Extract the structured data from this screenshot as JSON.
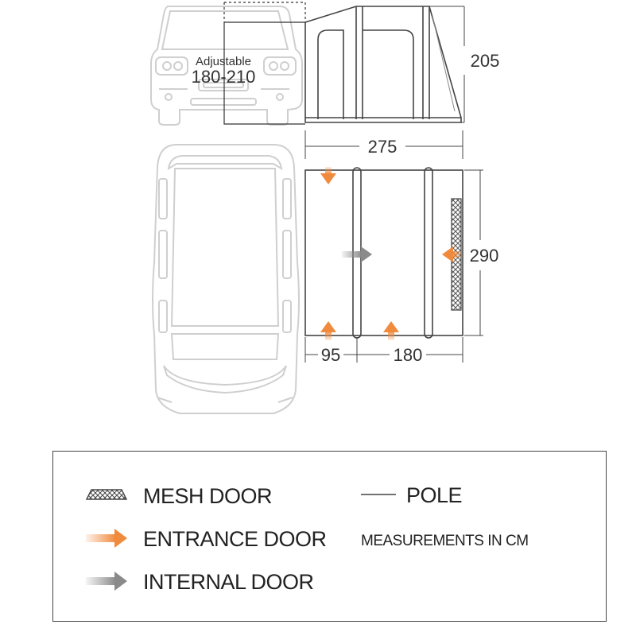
{
  "van_front": {
    "adjustable_label": "Adjustable",
    "adjustable_range": "180-210"
  },
  "dimensions": {
    "height": "205",
    "width": "275",
    "depth": "290",
    "section_left": "95",
    "section_right": "180"
  },
  "legend": {
    "mesh_door": "MESH DOOR",
    "entrance_door": "ENTRANCE DOOR",
    "internal_door": "INTERNAL DOOR",
    "pole": "POLE",
    "units_note": "MEASUREMENTS IN CM"
  },
  "colors": {
    "entrance_arrow": "#f08a3c",
    "internal_arrow": "#8a8a8a",
    "van_outline": "#cfcfcf",
    "tent_outline": "#444444"
  }
}
